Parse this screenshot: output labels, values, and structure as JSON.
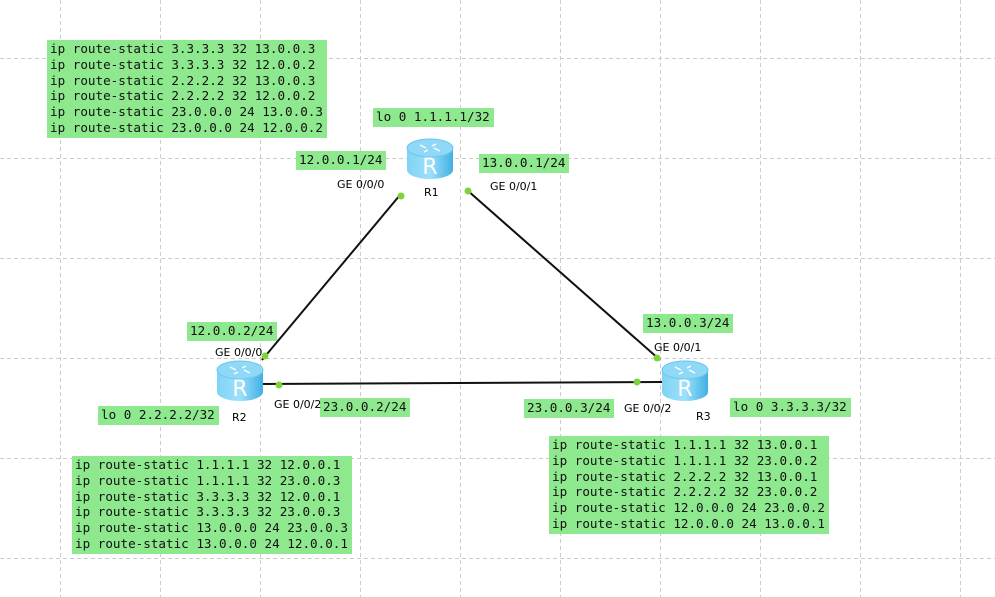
{
  "routers": [
    {
      "name": "R1",
      "loopback": "lo 0 1.1.1.1/32"
    },
    {
      "name": "R2",
      "loopback": "lo 0 2.2.2.2/32"
    },
    {
      "name": "R3",
      "loopback": "lo 0 3.3.3.3/32"
    }
  ],
  "interfaces": {
    "r1_ge000": {
      "port": "GE 0/0/0",
      "ip": "12.0.0.1/24"
    },
    "r1_ge001": {
      "port": "GE 0/0/1",
      "ip": "13.0.0.1/24"
    },
    "r2_ge000": {
      "port": "GE 0/0/0",
      "ip": "12.0.0.2/24"
    },
    "r2_ge002": {
      "port": "GE 0/0/2",
      "ip": "23.0.0.2/24"
    },
    "r3_ge001": {
      "port": "GE 0/0/1",
      "ip": "13.0.0.3/24"
    },
    "r3_ge002": {
      "port": "GE 0/0/2",
      "ip": "23.0.0.3/24"
    }
  },
  "routes": {
    "r1": [
      "ip route-static 3.3.3.3 32 13.0.0.3",
      "ip route-static 3.3.3.3 32 12.0.0.2",
      "ip route-static 2.2.2.2 32 13.0.0.3",
      "ip route-static 2.2.2.2 32 12.0.0.2",
      "ip route-static 23.0.0.0 24 13.0.0.3",
      "ip route-static 23.0.0.0 24 12.0.0.2"
    ],
    "r2": [
      "ip route-static 1.1.1.1 32 12.0.0.1",
      "ip route-static 1.1.1.1 32 23.0.0.3",
      "ip route-static 3.3.3.3 32 12.0.0.1",
      "ip route-static 3.3.3.3 32 23.0.0.3",
      "ip route-static 13.0.0.0 24 23.0.0.3",
      "ip route-static 13.0.0.0 24 12.0.0.1"
    ],
    "r3": [
      "ip route-static 1.1.1.1 32 13.0.0.1",
      "ip route-static 1.1.1.1 32 23.0.0.2",
      "ip route-static 2.2.2.2 32 13.0.0.1",
      "ip route-static 2.2.2.2 32 23.0.0.2",
      "ip route-static 12.0.0.0 24 23.0.0.2",
      "ip route-static 12.0.0.0 24 13.0.0.1"
    ]
  },
  "colors": {
    "label_bg": "#8ee98e",
    "port_dot": "#7ed23a",
    "router": "#5cc2ee",
    "grid": "#cccccc"
  }
}
